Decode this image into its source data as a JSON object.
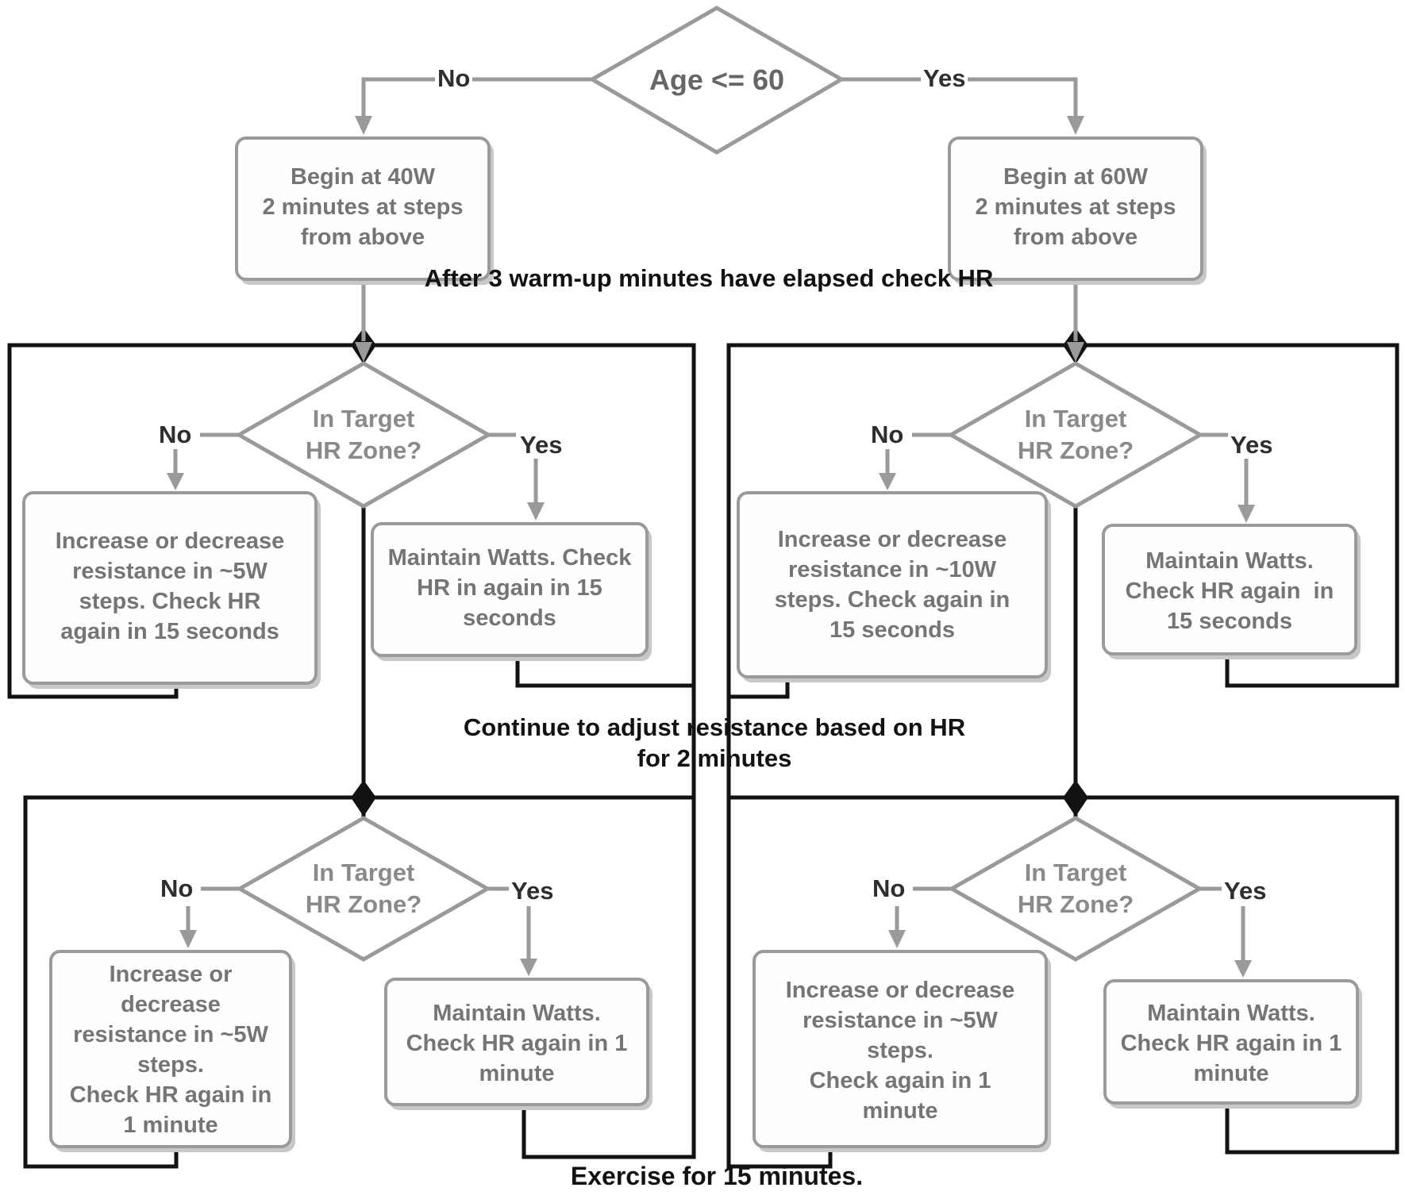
{
  "colors": {
    "line-gray": "#9a9a9a",
    "box-text": "#757575",
    "diamond-text": "#8a8a8a",
    "decision-top-text": "#666666",
    "label-text": "#2e2e2e",
    "black": "#121212",
    "shadow": "#c8c8c8"
  },
  "root_decision": {
    "label": "Age <= 60",
    "no": "No",
    "yes": "Yes"
  },
  "start_boxes": {
    "left": "Begin at 40W\n2 minutes at steps\nfrom above",
    "right": "Begin at 60W\n2 minutes at steps\nfrom above"
  },
  "captions": {
    "warmup": "After 3 warm-up minutes have elapsed check HR",
    "adjust": "Continue to adjust resistance based on HR\nfor 2 minutes",
    "exercise": "Exercise for 15 minutes."
  },
  "sections": [
    {
      "id": "warmup-left",
      "decision": "In Target\nHR Zone?",
      "no": "No",
      "yes": "Yes",
      "no_action": "Increase or decrease\nresistance in ~5W\nsteps. Check HR\nagain in 15 seconds",
      "yes_action": "Maintain Watts. Check\nHR in again in 15\nseconds"
    },
    {
      "id": "warmup-right",
      "decision": "In Target\nHR Zone?",
      "no": "No",
      "yes": "Yes",
      "no_action": "Increase or decrease\nresistance in ~10W\nsteps. Check again in\n15 seconds",
      "yes_action": "Maintain Watts.\nCheck HR again  in\n15 seconds"
    },
    {
      "id": "main-left",
      "decision": "In Target\nHR Zone?",
      "no": "No",
      "yes": "Yes",
      "no_action": "Increase or\ndecrease\nresistance in ~5W\nsteps.\nCheck HR again in\n1 minute",
      "yes_action": "Maintain Watts.\nCheck HR again in 1\nminute"
    },
    {
      "id": "main-right",
      "decision": "In Target\nHR Zone?",
      "no": "No",
      "yes": "Yes",
      "no_action": "Increase or decrease\nresistance in ~5W\nsteps.\nCheck again in 1\nminute",
      "yes_action": "Maintain Watts.\nCheck HR again in 1\nminute"
    }
  ]
}
